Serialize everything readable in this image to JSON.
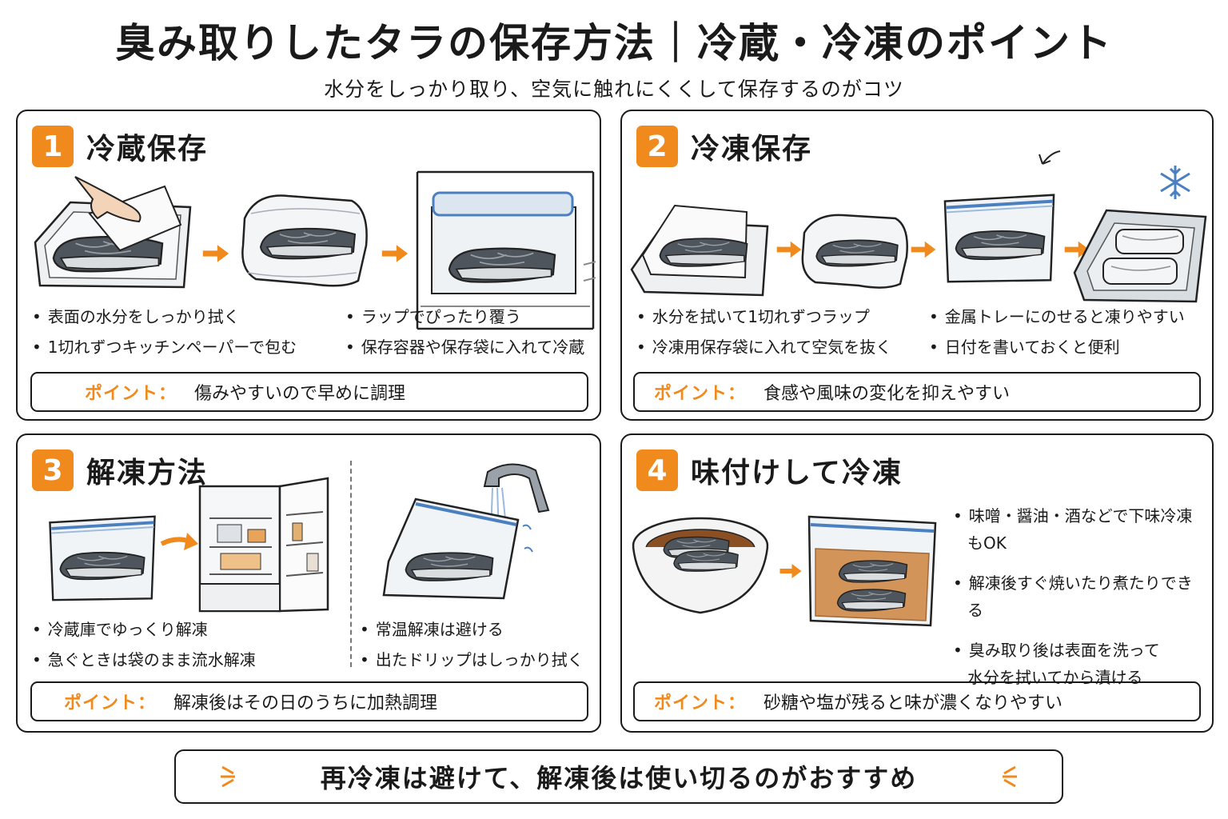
{
  "header": {
    "title": "臭み取りしたタラの保存方法｜冷蔵・冷凍のポイント",
    "subtitle": "水分をしっかり取り、空気に触れにくくして保存するのがコツ"
  },
  "sections": [
    {
      "num": "1",
      "title": "冷蔵保存",
      "bullets": [
        "表面の水分をしっかり拭く",
        "1切れずつキッチンペーパーで包む",
        "ラップでぴったり覆う",
        "保存容器や保存袋に入れて冷蔵"
      ],
      "point_label": "ポイント：",
      "point_text": "傷みやすいので早めに調理"
    },
    {
      "num": "2",
      "title": "冷凍保存",
      "bullets": [
        "水分を拭いて1切れずつラップ",
        "冷凍用保存袋に入れて空気を抜く",
        "金属トレーにのせると凍りやすい",
        "日付を書いておくと便利"
      ],
      "point_label": "ポイント：",
      "point_text": "食感や風味の変化を抑えやすい"
    },
    {
      "num": "3",
      "title": "解凍方法",
      "bullets": [
        "冷蔵庫でゆっくり解凍",
        "急ぐときは袋のまま流水解凍",
        "常温解凍は避ける",
        "出たドリップはしっかり拭く"
      ],
      "point_label": "ポイント：",
      "point_text": "解凍後はその日のうちに加熱調理"
    },
    {
      "num": "4",
      "title": "味付けして冷凍",
      "bullets": [
        "味噌・醤油・酒などで下味冷凍もOK",
        "解凍後すぐ焼いたり煮たりできる",
        "臭み取り後は表面を洗って",
        "水分を拭いてから漬ける"
      ],
      "point_label": "ポイント：",
      "point_text": "砂糖や塩が残ると味が濃くなりやすい"
    }
  ],
  "footer": {
    "text": "再冷凍は避けて、解凍後は使い切るのがおすすめ"
  },
  "colors": {
    "accent": "#f08a1c",
    "ink": "#1a1a1a",
    "bag_stripe": "#4a7fc0",
    "marinade": "#c77a35",
    "fish": "#4f555c"
  },
  "icons": [
    "arrow-right-icon",
    "snowflake-icon",
    "curved-arrow-icon",
    "burst-icon"
  ]
}
